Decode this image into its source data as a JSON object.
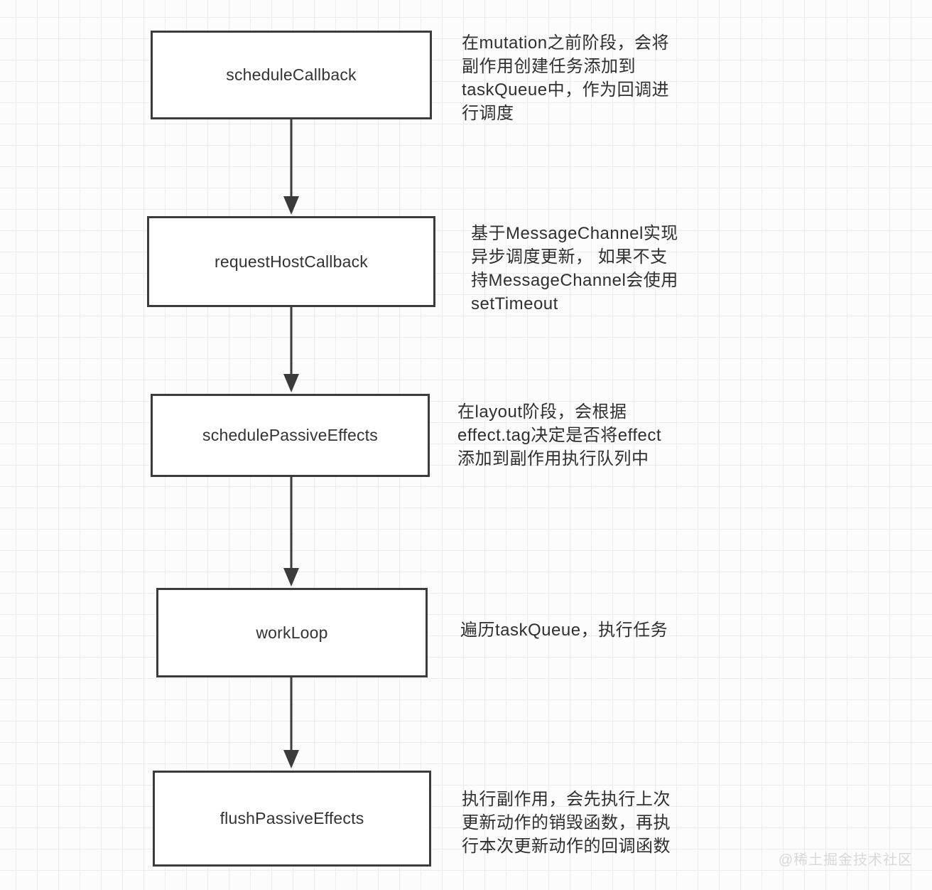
{
  "diagram": {
    "nodes": [
      {
        "label": "scheduleCallback",
        "note_lines": [
          "在mutation之前阶段，会将",
          "副作用创建任务添加到",
          "taskQueue中，作为回调进",
          "行调度"
        ]
      },
      {
        "label": "requestHostCallback",
        "note_lines": [
          "基于MessageChannel实现",
          "异步调度更新， 如果不支",
          "持MessageChannel会使用",
          "setTimeout"
        ]
      },
      {
        "label": "schedulePassiveEffects",
        "note_lines": [
          "在layout阶段，会根据",
          "effect.tag决定是否将effect",
          "添加到副作用执行队列中"
        ]
      },
      {
        "label": "workLoop",
        "note_lines": [
          "遍历taskQueue，执行任务"
        ]
      },
      {
        "label": "flushPassiveEffects",
        "note_lines": [
          "执行副作用，会先执行上次",
          "更新动作的销毁函数，再执",
          "行本次更新动作的回调函数"
        ]
      }
    ],
    "watermark": "@稀土掘金技术社区",
    "colors": {
      "box_border": "#3b3b3b",
      "box_fill": "#ffffff",
      "box_text": "#333333",
      "note_text": "#2f2f2f",
      "arrow": "#3b3b3b",
      "grid_line": "#ececec",
      "background": "#fcfcfc",
      "watermark": "#d9d9d9"
    }
  }
}
